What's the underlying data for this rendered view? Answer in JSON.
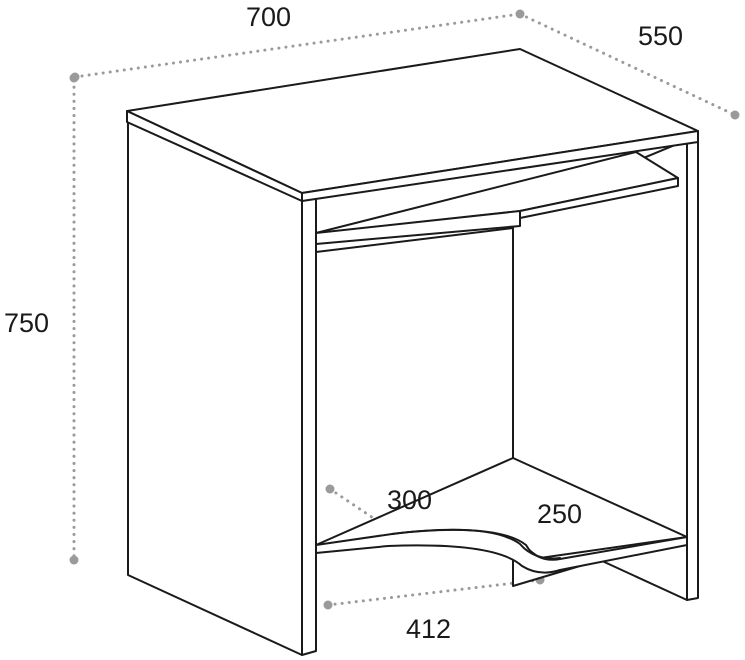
{
  "dimensions": {
    "width": "700",
    "depth": "550",
    "height": "750",
    "shelf_depth": "300",
    "shelf_cutout": "250",
    "shelf_width": "412"
  },
  "colors": {
    "outline": "#1a1a1a",
    "dimension_dots": "#9a9a9a",
    "background": "#ffffff"
  }
}
